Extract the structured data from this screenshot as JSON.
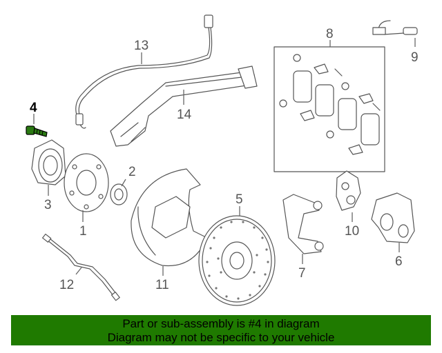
{
  "labels": {
    "l1": "1",
    "l2": "2",
    "l3": "3",
    "l4": "4",
    "l5": "5",
    "l6": "6",
    "l7": "7",
    "l8": "8",
    "l9": "9",
    "l10": "10",
    "l11": "11",
    "l12": "12",
    "l13": "13",
    "l14": "14"
  },
  "highlight": {
    "part_number": "4",
    "color": "#1f7a00"
  },
  "banner": {
    "line1": "Part or sub-assembly is #4 in diagram",
    "line2": "Diagram may not be specific to your vehicle"
  }
}
